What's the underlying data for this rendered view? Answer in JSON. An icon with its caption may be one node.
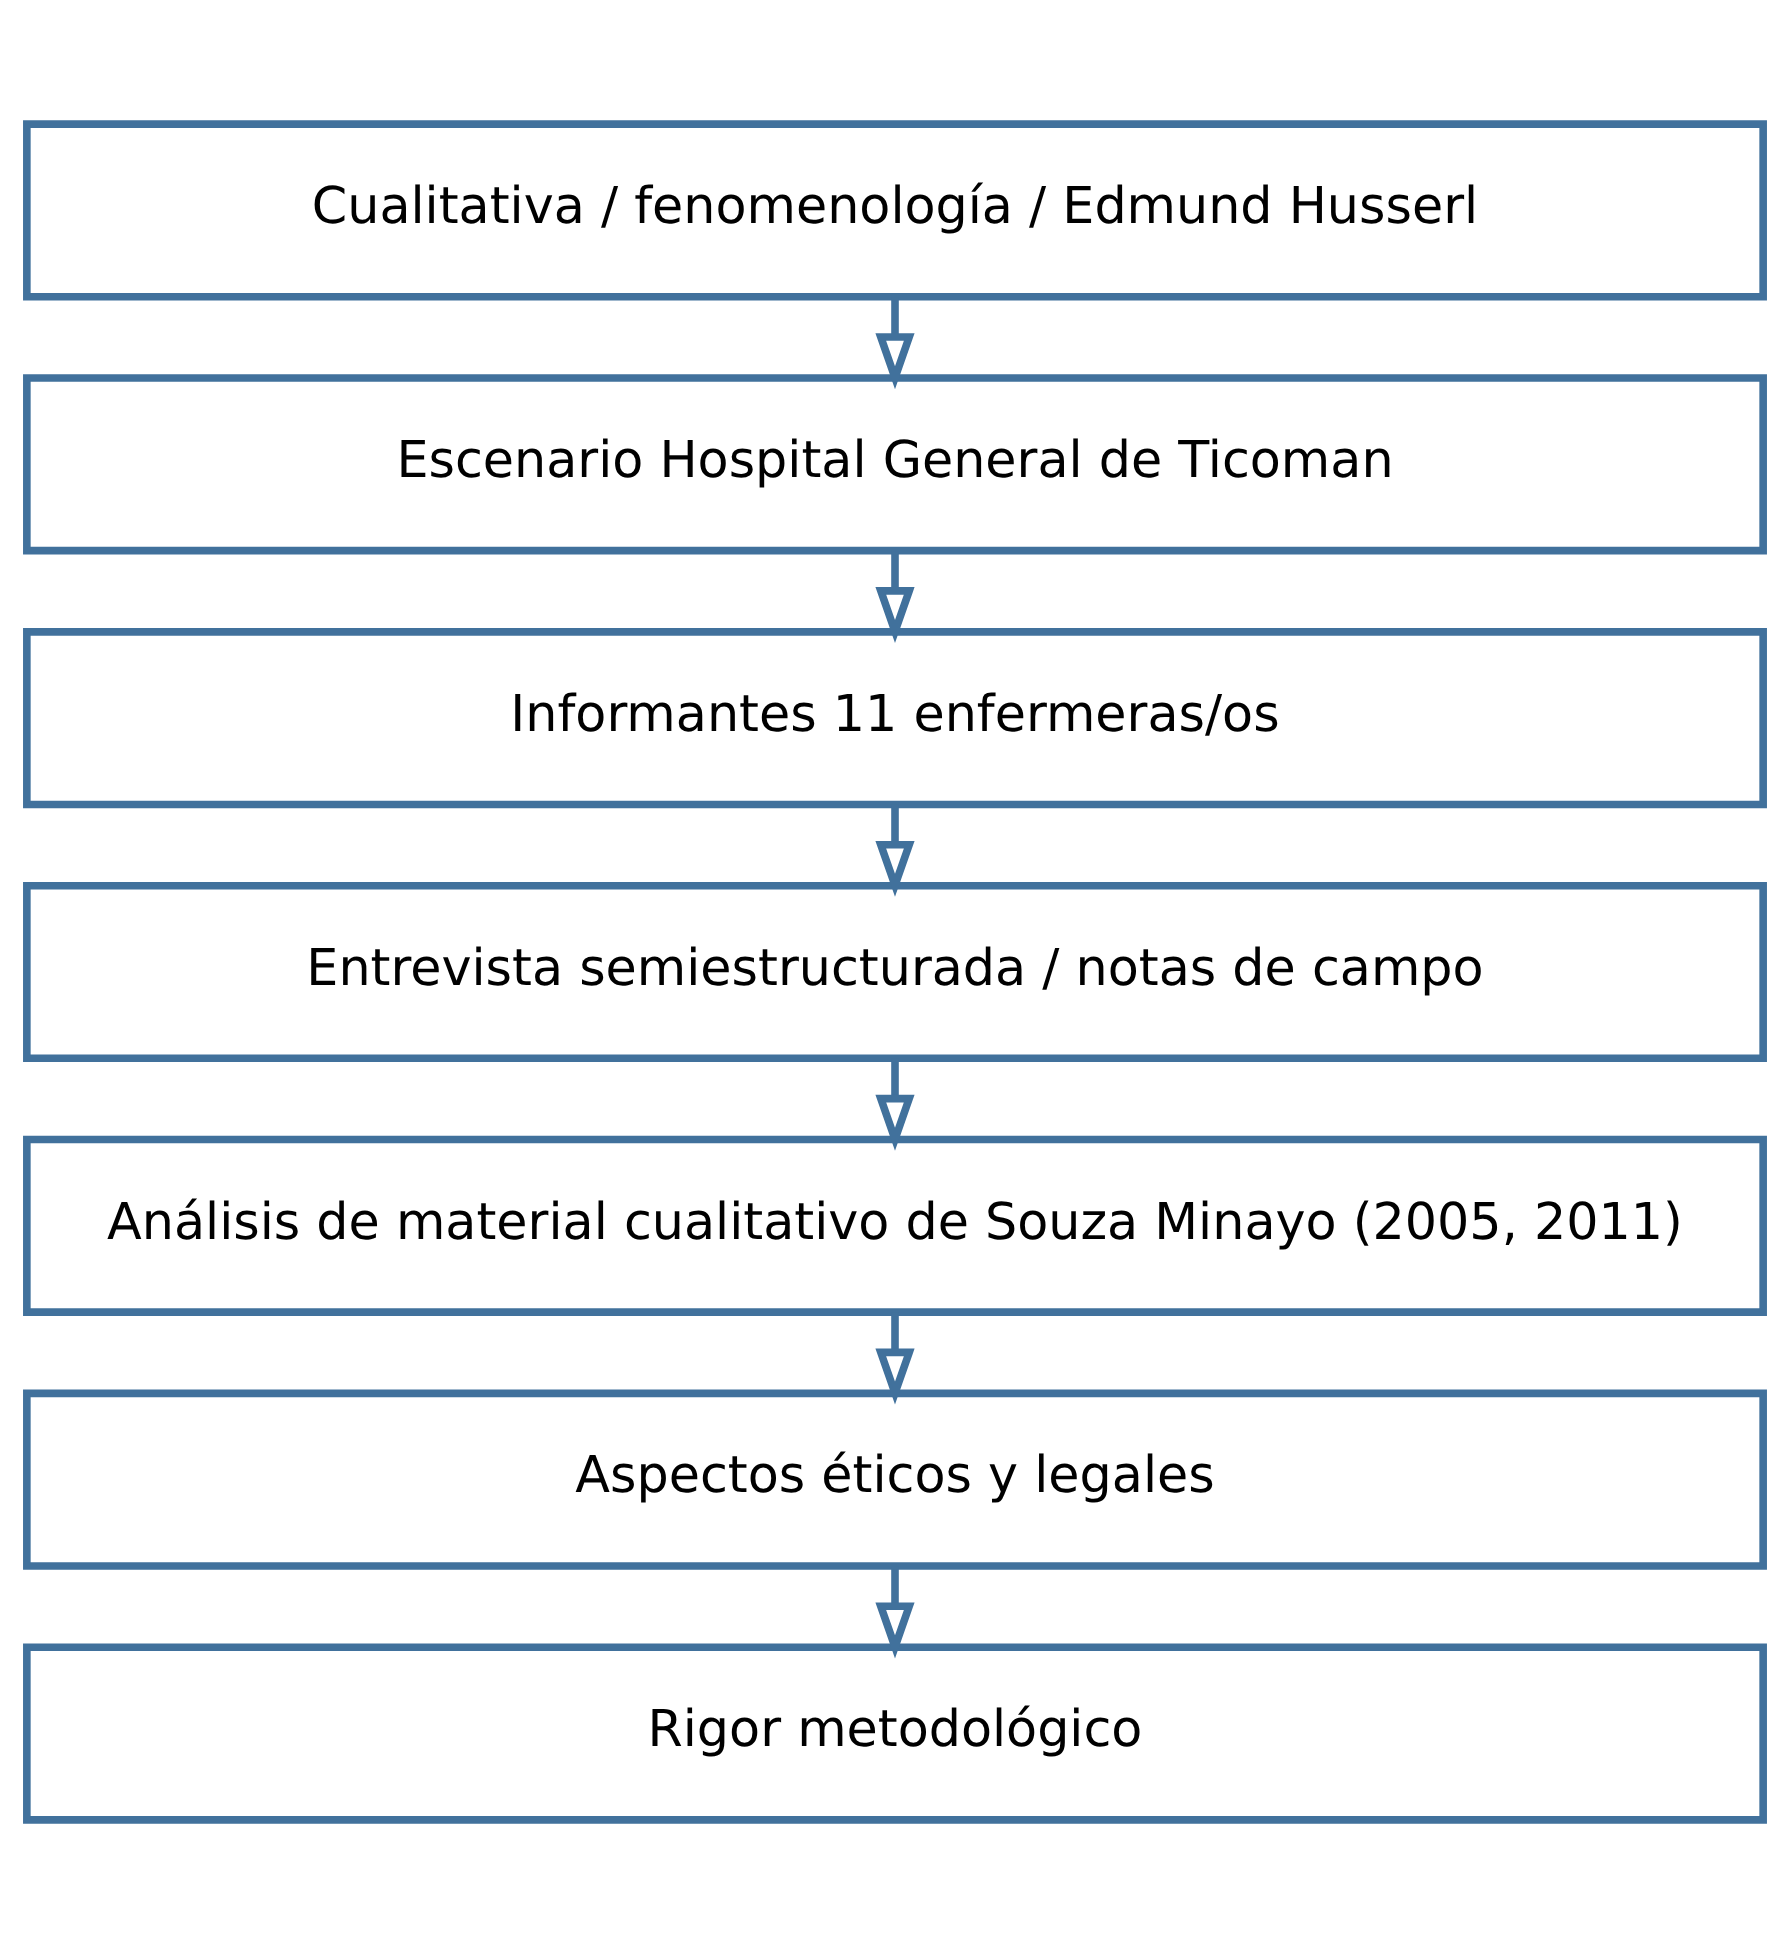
{
  "diagram": {
    "nodes": [
      {
        "text": [
          "Cualitativa / fenomenología / Edmund Husserl"
        ]
      },
      {
        "text": [
          "Escenario Hospital General de Ticoman"
        ]
      },
      {
        "text": [
          "Informantes 11 enfermeras/os"
        ]
      },
      {
        "text": [
          "Entrevista semiestructurada / notas de campo"
        ]
      },
      {
        "text": [
          "Análisis de material cualitativo de Souza Minayo (2005, 2011)"
        ]
      },
      {
        "text": [
          "Aspectos éticos y legales"
        ]
      },
      {
        "text": [
          "Rigor metodológico"
        ]
      }
    ],
    "edges": [
      {
        "from": 0,
        "to": 1,
        "arrow": "to"
      },
      {
        "from": 1,
        "to": 2,
        "arrow": "to"
      },
      {
        "from": 2,
        "to": 3,
        "arrow": "to"
      },
      {
        "from": 3,
        "to": 4,
        "arrow": "to"
      },
      {
        "from": 4,
        "to": 5,
        "arrow": "to"
      },
      {
        "from": 5,
        "to": 6,
        "arrow": "to"
      }
    ]
  }
}
